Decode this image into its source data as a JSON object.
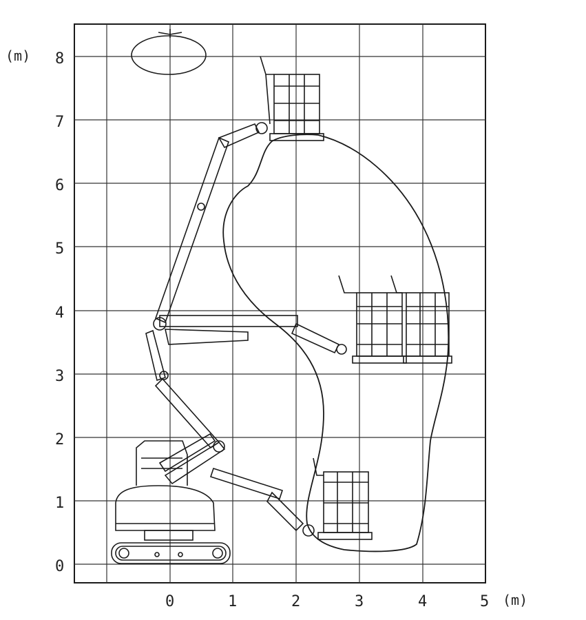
{
  "diagram": {
    "y_axis": {
      "unit_label": "(m)",
      "ticks": [
        "0",
        "1",
        "2",
        "3",
        "4",
        "5",
        "6",
        "7",
        "8"
      ]
    },
    "x_axis": {
      "unit_label": "(m)",
      "ticks": [
        "0",
        "1",
        "2",
        "3",
        "4",
        "5"
      ]
    },
    "grid": true,
    "line_color": "#1a1a1a",
    "subject": "articulated boom lift working range diagram"
  }
}
